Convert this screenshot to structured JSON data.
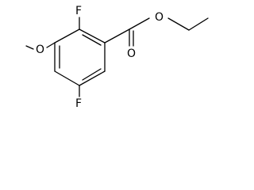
{
  "molecule": {
    "atoms": {
      "fluorine_top": "F",
      "fluorine_bottom": "F",
      "methoxy_oxygen": "O",
      "carbonyl_oxygen": "O",
      "ester_oxygen": "O"
    }
  }
}
